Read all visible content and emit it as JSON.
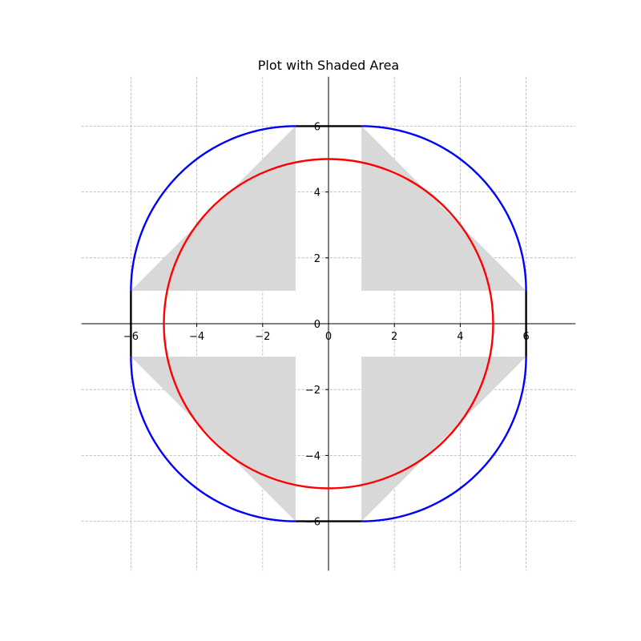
{
  "chart_data": {
    "type": "line",
    "title": "Plot with Shaded Area",
    "xlabel": "",
    "ylabel": "",
    "xlim": [
      -7.5,
      7.5
    ],
    "ylim": [
      -7.5,
      7.5
    ],
    "grid": true,
    "xticks": [
      -6,
      -4,
      -2,
      0,
      2,
      4,
      6
    ],
    "yticks": [
      -6,
      -4,
      -2,
      0,
      2,
      4,
      6
    ],
    "shaded_regions": [
      {
        "points": [
          [
            -6,
            1
          ],
          [
            -1,
            6
          ],
          [
            -1,
            1
          ]
        ],
        "color": "#d8d8d8"
      },
      {
        "points": [
          [
            1,
            6
          ],
          [
            6,
            1
          ],
          [
            1,
            1
          ]
        ],
        "color": "#d8d8d8"
      },
      {
        "points": [
          [
            -6,
            -1
          ],
          [
            -1,
            -1
          ],
          [
            -1,
            -6
          ]
        ],
        "color": "#d8d8d8"
      },
      {
        "points": [
          [
            1,
            -1
          ],
          [
            6,
            -1
          ],
          [
            1,
            -6
          ]
        ],
        "color": "#d8d8d8"
      }
    ],
    "series": [
      {
        "kind": "arc",
        "center": [
          -1,
          1
        ],
        "radius": 5,
        "theta_start_deg": 90,
        "theta_end_deg": 180,
        "color": "#0000ff"
      },
      {
        "kind": "arc",
        "center": [
          1,
          1
        ],
        "radius": 5,
        "theta_start_deg": 0,
        "theta_end_deg": 90,
        "color": "#0000ff"
      },
      {
        "kind": "arc",
        "center": [
          -1,
          -1
        ],
        "radius": 5,
        "theta_start_deg": 180,
        "theta_end_deg": 270,
        "color": "#0000ff"
      },
      {
        "kind": "arc",
        "center": [
          1,
          -1
        ],
        "radius": 5,
        "theta_start_deg": 270,
        "theta_end_deg": 360,
        "color": "#0000ff"
      },
      {
        "kind": "segment",
        "points": [
          [
            -1,
            6
          ],
          [
            1,
            6
          ]
        ],
        "color": "#000000"
      },
      {
        "kind": "segment",
        "points": [
          [
            -1,
            -6
          ],
          [
            1,
            -6
          ]
        ],
        "color": "#000000"
      },
      {
        "kind": "segment",
        "points": [
          [
            -6,
            -1
          ],
          [
            -6,
            1
          ]
        ],
        "color": "#000000"
      },
      {
        "kind": "segment",
        "points": [
          [
            6,
            -1
          ],
          [
            6,
            1
          ]
        ],
        "color": "#000000"
      },
      {
        "kind": "circle",
        "center": [
          0,
          0
        ],
        "radius": 5,
        "color": "#ff0000"
      }
    ]
  }
}
